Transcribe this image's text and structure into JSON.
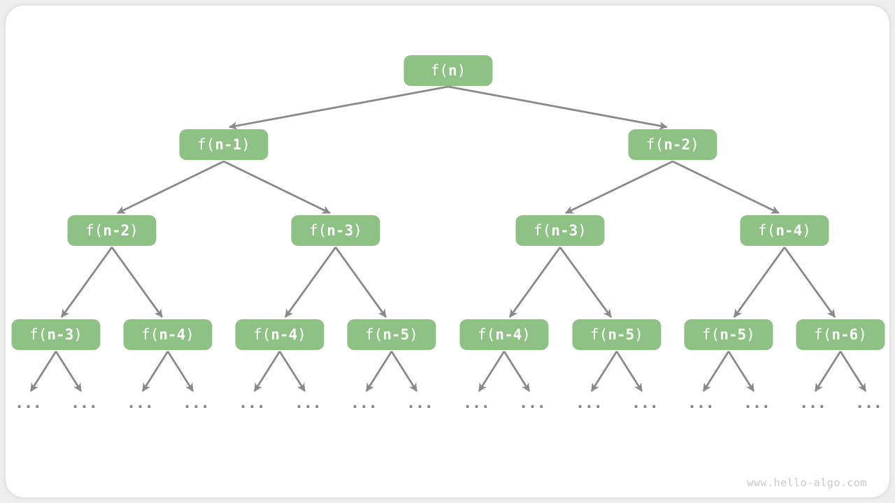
{
  "colors": {
    "background": "#eeeeee",
    "card": "#ffffff",
    "node_fill": "#8ec184",
    "node_text": "#ffffff",
    "arrow": "#8a8a8a",
    "ellipsis_color": "#8a8a8a",
    "watermark": "#c9c9c9"
  },
  "watermark": "www.hello-algo.com",
  "tree": {
    "type": "recursion-tree",
    "ellipsis": "...",
    "nodes": [
      {
        "label": "f(n)",
        "prefix": "f(",
        "arg": "n",
        "suffix": ")"
      },
      {
        "label": "f(n-1)",
        "prefix": "f(",
        "arg": "n-1",
        "suffix": ")"
      },
      {
        "label": "f(n-2)",
        "prefix": "f(",
        "arg": "n-2",
        "suffix": ")"
      },
      {
        "label": "f(n-2)",
        "prefix": "f(",
        "arg": "n-2",
        "suffix": ")"
      },
      {
        "label": "f(n-3)",
        "prefix": "f(",
        "arg": "n-3",
        "suffix": ")"
      },
      {
        "label": "f(n-3)",
        "prefix": "f(",
        "arg": "n-3",
        "suffix": ")"
      },
      {
        "label": "f(n-4)",
        "prefix": "f(",
        "arg": "n-4",
        "suffix": ")"
      },
      {
        "label": "f(n-3)",
        "prefix": "f(",
        "arg": "n-3",
        "suffix": ")"
      },
      {
        "label": "f(n-4)",
        "prefix": "f(",
        "arg": "n-4",
        "suffix": ")"
      },
      {
        "label": "f(n-4)",
        "prefix": "f(",
        "arg": "n-4",
        "suffix": ")"
      },
      {
        "label": "f(n-5)",
        "prefix": "f(",
        "arg": "n-5",
        "suffix": ")"
      },
      {
        "label": "f(n-4)",
        "prefix": "f(",
        "arg": "n-4",
        "suffix": ")"
      },
      {
        "label": "f(n-5)",
        "prefix": "f(",
        "arg": "n-5",
        "suffix": ")"
      },
      {
        "label": "f(n-5)",
        "prefix": "f(",
        "arg": "n-5",
        "suffix": ")"
      },
      {
        "label": "f(n-6)",
        "prefix": "f(",
        "arg": "n-6",
        "suffix": ")"
      }
    ]
  }
}
